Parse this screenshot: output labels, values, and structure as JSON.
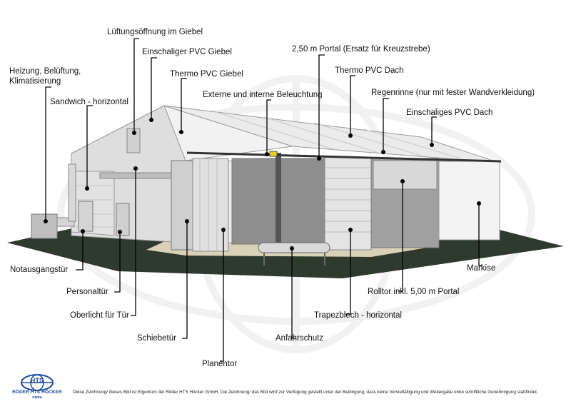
{
  "labels": {
    "lueftung": "Lüftungsöffnung im Giebel",
    "einschaliger_giebel": "Einschaliger PVC Giebel",
    "thermo_giebel": "Thermo PVC Giebel",
    "heizung": "Heizung, Belüftung,\nKlimatisierung",
    "sandwich": "Sandwich - horizontal",
    "beleuchtung": "Externe und interne Beleuchtung",
    "portal": "2,50 m Portal (Ersatz für Kreuzstrebe)",
    "thermo_dach": "Thermo PVC Dach",
    "regenrinne": "Regenrinne (nur mit fester Wandverkleidung)",
    "einschaliges_dach": "Einschaliges PVC Dach",
    "notausgang": "Notausgangstür",
    "personaltuer": "Personaltür",
    "oberlicht": "Oberlicht für Tür",
    "schiebetuer": "Schiebetür",
    "planentor": "Planentor",
    "anfahrschutz": "Anfahrschutz",
    "trapezblech": "Trapezblech - horizontal",
    "rolltor": "Rolltor inkl. 5,00 m Portal",
    "markise": "Markise"
  },
  "footer": {
    "text": "Diese Zeichnung/ dieses Bild ist Eigentum der Röder HTS Höcker GmbH. Die Zeichnung/ das Bild wird zur Verfügung gestellt unter der Bedingung, dass keine Vervielfältigung und Weitergabe ohne schriftliche Genehmigung stattfindet."
  },
  "logo": {
    "brand": "HTS",
    "company": "RÖDER HTS HÖCKER",
    "suffix": "GMBH"
  },
  "colors": {
    "accent": "#1b4aa0",
    "floor": "#2e3a2e",
    "wall": "#e6e6e6",
    "leader": "#000000"
  }
}
